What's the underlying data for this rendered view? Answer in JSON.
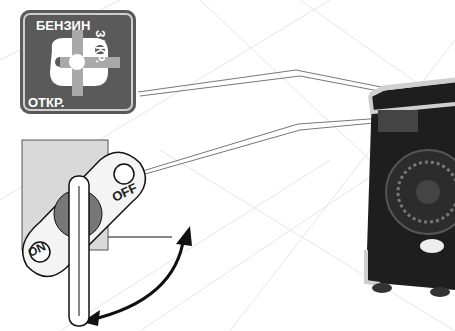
{
  "diagram": {
    "nodes": [
      {
        "text": [
          "БЕНЗИН",
          "ЗАКР.",
          "ОТКР."
        ]
      },
      {
        "text": [
          "OFF",
          "ON"
        ]
      }
    ]
  }
}
